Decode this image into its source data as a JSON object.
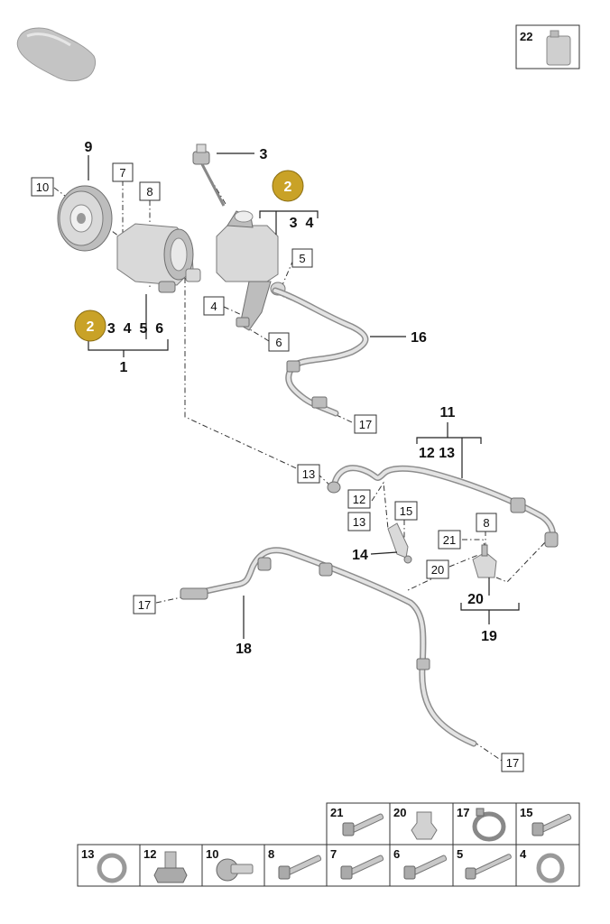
{
  "callouts": [
    {
      "id": "c9",
      "text": "9"
    },
    {
      "id": "c3",
      "text": "3"
    },
    {
      "id": "c2a",
      "text": "2"
    },
    {
      "id": "c34",
      "text": "3  4"
    },
    {
      "id": "c2b",
      "text": "2"
    },
    {
      "id": "c3456",
      "text": "3  4  5  6"
    },
    {
      "id": "c1",
      "text": "1"
    },
    {
      "id": "c16",
      "text": "16"
    },
    {
      "id": "c11",
      "text": "11"
    },
    {
      "id": "c1213",
      "text": "12 13"
    },
    {
      "id": "c14",
      "text": "14"
    },
    {
      "id": "c20",
      "text": "20"
    },
    {
      "id": "c19",
      "text": "19"
    },
    {
      "id": "c18",
      "text": "18"
    }
  ],
  "boxed_labels": [
    {
      "id": "b10",
      "text": "10"
    },
    {
      "id": "b7",
      "text": "7"
    },
    {
      "id": "b8a",
      "text": "8"
    },
    {
      "id": "b5",
      "text": "5"
    },
    {
      "id": "b4",
      "text": "4"
    },
    {
      "id": "b6",
      "text": "6"
    },
    {
      "id": "b17a",
      "text": "17"
    },
    {
      "id": "b13a",
      "text": "13"
    },
    {
      "id": "b12",
      "text": "12"
    },
    {
      "id": "b13b",
      "text": "13"
    },
    {
      "id": "b15",
      "text": "15"
    },
    {
      "id": "b8b",
      "text": "8"
    },
    {
      "id": "b21",
      "text": "21"
    },
    {
      "id": "b20",
      "text": "20"
    },
    {
      "id": "b17b",
      "text": "17"
    },
    {
      "id": "b17c",
      "text": "17"
    }
  ],
  "fluid_tile": {
    "text": "22"
  },
  "hardware_row_top": [
    "21",
    "20",
    "17",
    "15"
  ],
  "hardware_row_bottom": [
    "13",
    "12",
    "10",
    "8",
    "7",
    "6",
    "5",
    "4"
  ],
  "colors": {
    "badge": "#c9a227",
    "badge_stroke": "#8a6d12"
  }
}
